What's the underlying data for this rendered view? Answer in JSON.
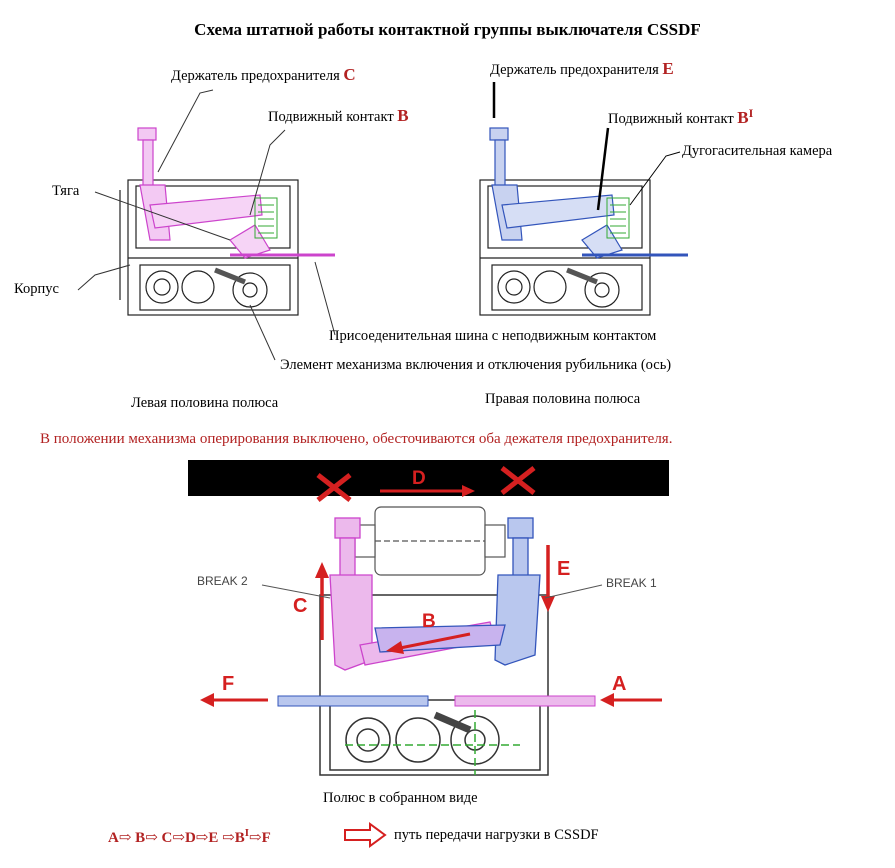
{
  "title": "Схема штатной работы контактной группы  выключателя CSSDF",
  "left": {
    "holder_text": "Держатель предохранителя",
    "holder_letter": "C",
    "contact_text": "Подвижный контакт",
    "contact_letter": "B",
    "rod": "Тяга",
    "housing": "Корпус",
    "caption": "Левая половина полюса"
  },
  "right": {
    "holder_text": "Держатель предохранителя",
    "holder_letter": "E",
    "contact_text": "Подвижный контакт",
    "contact_letter": "B",
    "contact_prime": "I",
    "arc_chamber": "Дугогасительная камера",
    "caption": "Правая половина полюса"
  },
  "shared_labels": {
    "busbar": "Присоеденительная шина с неподвижным контактом",
    "mechanism": "Элемент механизма включения и отключения рубильника  (ось)"
  },
  "notice": "В положении механизма оперирования выключено, обесточиваются  оба дежателя предохранителя.",
  "assembly": {
    "letters": {
      "A": "A",
      "B": "B",
      "C": "C",
      "D": "D",
      "E": "E",
      "F": "F"
    },
    "break_left": "BREAK 2",
    "break_right": "BREAK 1",
    "caption": "Полюс в собранном виде"
  },
  "path_legend": {
    "sequence": [
      "A",
      "B",
      "C",
      "D",
      "E",
      "B",
      "F"
    ],
    "prime_mark": "I",
    "description": "путь передачи нагрузки в CSSDF"
  },
  "colors": {
    "red": "#b22222",
    "magenta": "#cc44cc",
    "blue": "#3355bb",
    "green": "#33aa33",
    "bar": "#000000"
  }
}
